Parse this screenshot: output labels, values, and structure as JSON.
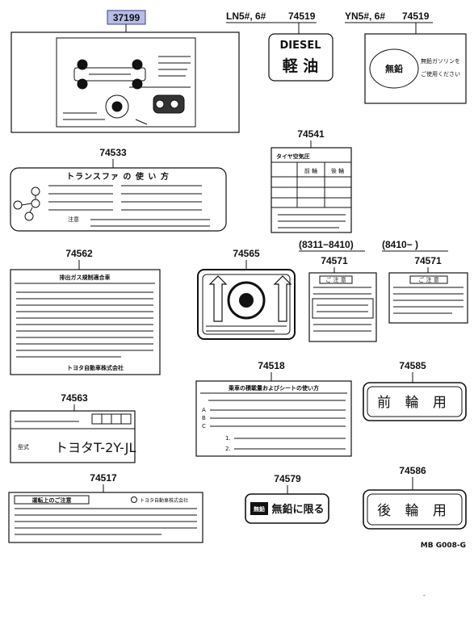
{
  "parts": {
    "p37199": "37199",
    "p74519_a": "74519",
    "p74519_b": "74519",
    "p74541": "74541",
    "p74533": "74533",
    "p74562": "74562",
    "p74565": "74565",
    "p74571_a": "74571",
    "p74571_b": "74571",
    "p74518": "74518",
    "p74585": "74585",
    "p74563": "74563",
    "p74517": "74517",
    "p74579": "74579",
    "p74586": "74586"
  },
  "qualifiers": {
    "ln5": "LN5#, 6#",
    "yn5": "YN5#, 6#",
    "range1": "(8311−8410)",
    "range2": "(8410−      )"
  },
  "labels": {
    "diesel": "DIESEL",
    "keiyu": "軽 油",
    "muen": "無鉛",
    "muen_note1": "無鉛ガソリンを",
    "muen_note2": "ご使用ください",
    "tire_title": "タイヤ空気圧",
    "tire_front": "前 輪",
    "tire_rear": "後 輪",
    "transfer_title": "トランスファ の 使 い 方",
    "transfer_note": "注意",
    "emission_title": "排出ガス規制適合車",
    "toyota_company": "トヨタ自動車株式会社",
    "chuui": "ご 注 意",
    "seat_title": "乗車の積載量およびシートの使い方",
    "front_wheel": "前 輪 用",
    "rear_wheel": "後 輪 用",
    "model_code_label": "型式",
    "model_code": "トヨタT-2Y-JL",
    "driving_title": "運転上のご注意",
    "toyota_small": "トヨタ自動車株式会社",
    "unleaded_only": "無鉛に限る",
    "diagram_code": "MB G008-G",
    "dash": "-",
    "letter_a": "A",
    "letter_b": "B",
    "letter_c": "C",
    "num1": "1.",
    "num2": "2."
  }
}
